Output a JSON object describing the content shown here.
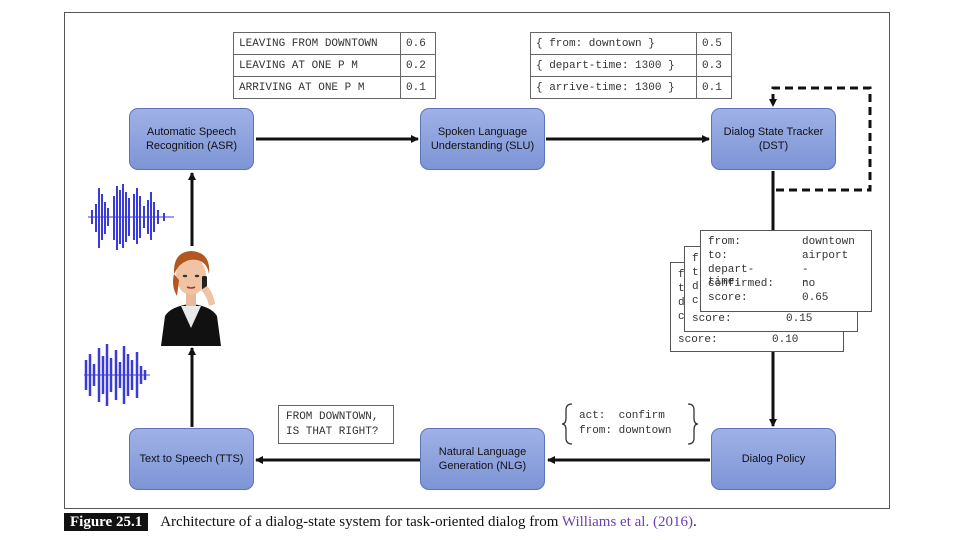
{
  "nodes": {
    "asr": "Automatic Speech Recognition (ASR)",
    "slu": "Spoken Language Understanding (SLU)",
    "dst": "Dialog State Tracker (DST)",
    "policy": "Dialog Policy",
    "nlg": "Natural Language Generation (NLG)",
    "tts": "Text to Speech (TTS)"
  },
  "asr_hypotheses": [
    {
      "text": "LEAVING FROM DOWNTOWN",
      "score": "0.6"
    },
    {
      "text": "LEAVING AT ONE P M",
      "score": "0.2"
    },
    {
      "text": "ARRIVING AT ONE P M",
      "score": "0.1"
    }
  ],
  "slu_hypotheses": [
    {
      "text": "{ from: downtown }",
      "score": "0.5"
    },
    {
      "text": "{ depart-time: 1300 }",
      "score": "0.3"
    },
    {
      "text": "{ arrive-time: 1300 }",
      "score": "0.1"
    }
  ],
  "state_cards": {
    "front": {
      "rows": [
        {
          "key": "from:",
          "value": "downtown"
        },
        {
          "key": "to:",
          "value": "airport"
        },
        {
          "key": "depart-time:",
          "value": "--"
        },
        {
          "key": "confirmed:",
          "value": "no"
        },
        {
          "key": "score:",
          "value": "0.65"
        }
      ]
    },
    "middle_partial": [
      "f",
      "t",
      "d",
      "c"
    ],
    "middle_score": {
      "key": "score:",
      "value": "0.15"
    },
    "back_partial": [
      "f",
      "t",
      "d",
      "c"
    ],
    "back_score": {
      "key": "score:",
      "value": "0.10"
    }
  },
  "dialog_act": {
    "line1": "act:  confirm",
    "line2": "from: downtown"
  },
  "nlg_output": {
    "line1": "FROM DOWNTOWN,",
    "line2": "IS THAT RIGHT?"
  },
  "caption": {
    "label": "Figure 25.1",
    "text": "Architecture of a dialog-state system for task-oriented dialog from ",
    "citation": "Williams et al. (2016)",
    "end": "."
  },
  "colors": {
    "node_fill": "#8ea3de",
    "node_border": "#5d72b8",
    "waveform": "#3a3ad8"
  }
}
